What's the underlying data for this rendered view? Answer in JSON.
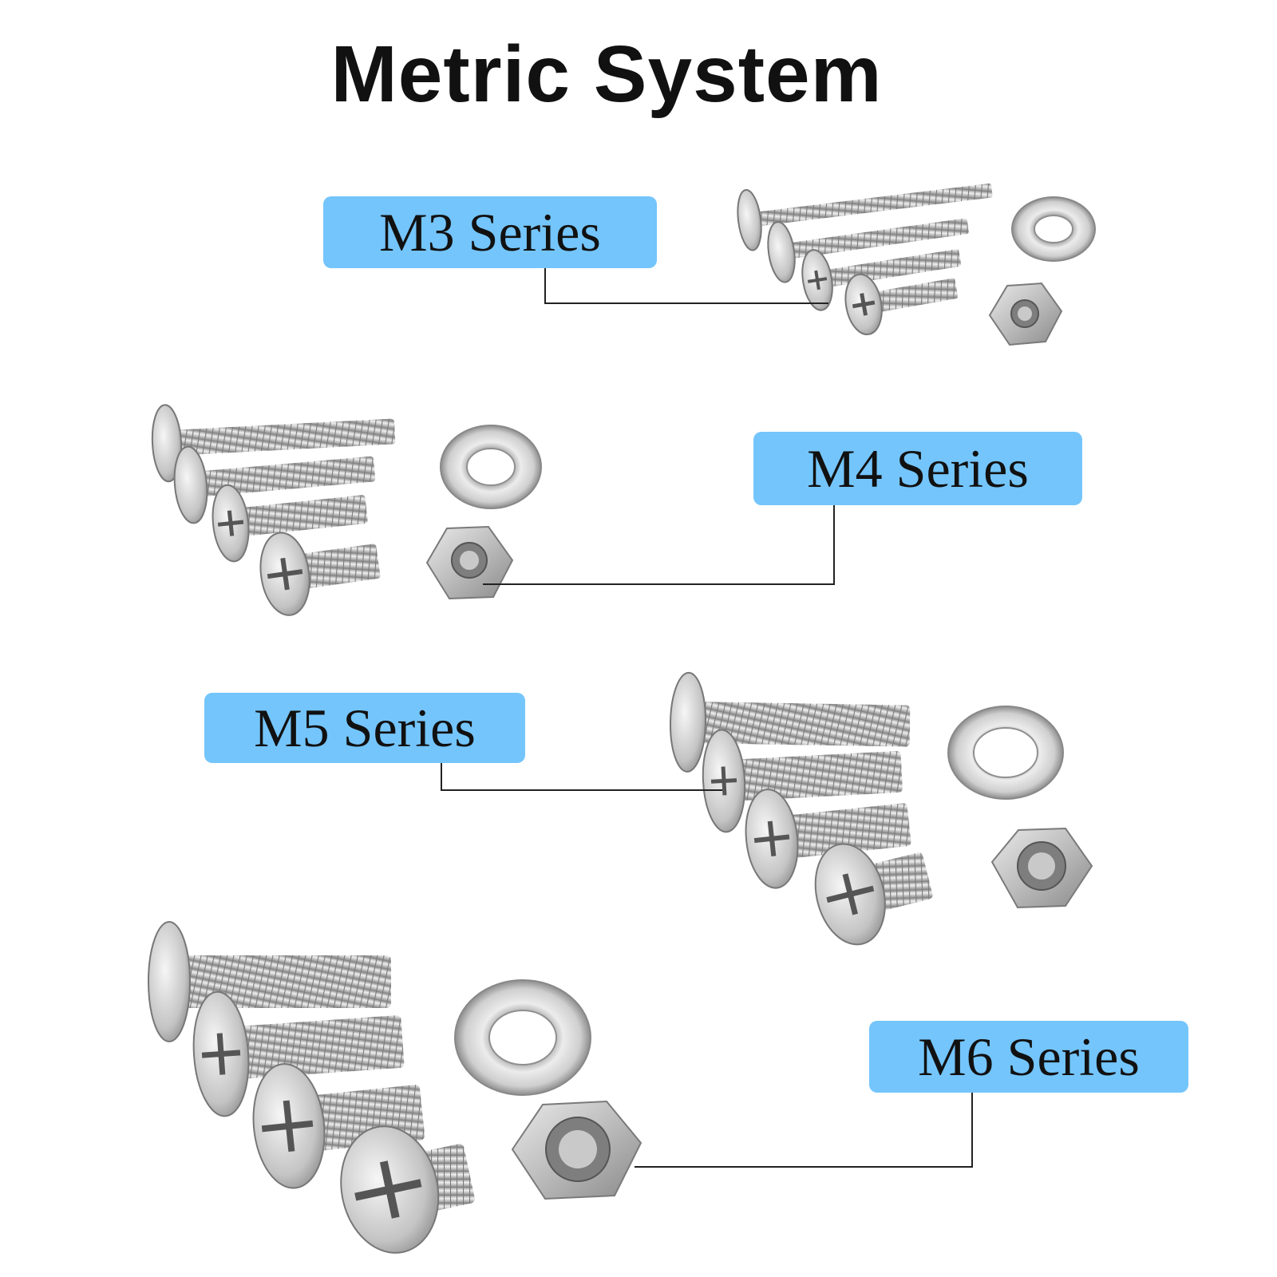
{
  "page": {
    "title": "Metric System"
  },
  "series": [
    {
      "id": "m3",
      "label": "M3 Series"
    },
    {
      "id": "m4",
      "label": "M4 Series"
    },
    {
      "id": "m5",
      "label": "M5 Series"
    },
    {
      "id": "m6",
      "label": "M6 Series"
    }
  ],
  "colors": {
    "label_bg": "#74c5fb",
    "text": "#111111",
    "metal": "#c9c9c9",
    "leader_line": "#222222"
  },
  "icons": [
    "countersunk-screw-icon",
    "flat-washer-icon",
    "hex-nut-icon"
  ]
}
